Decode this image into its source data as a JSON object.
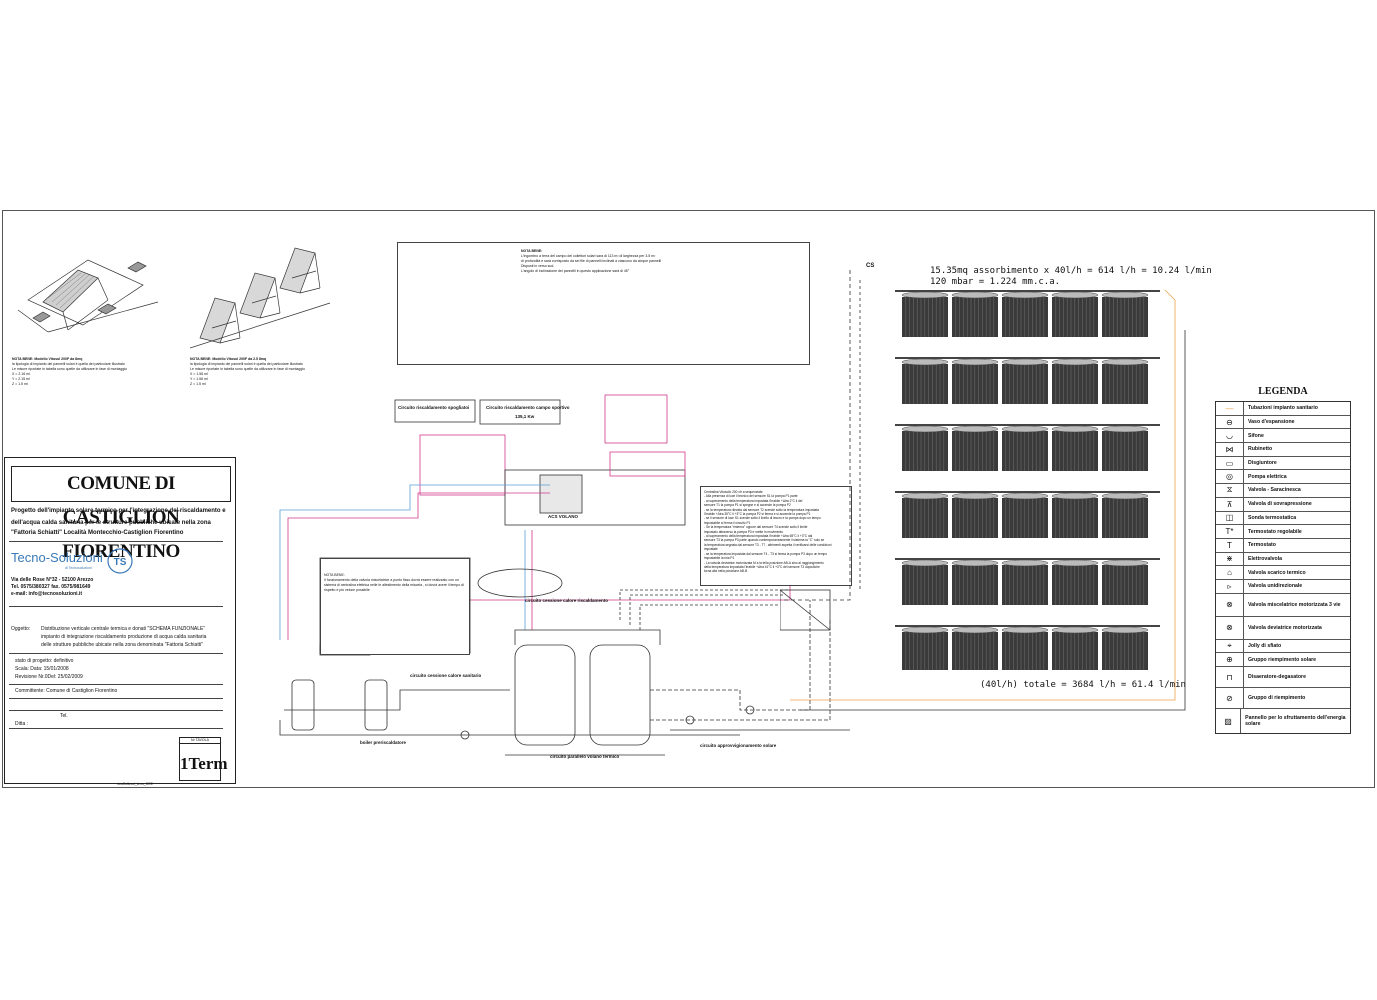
{
  "title_block": {
    "municipality": "COMUNE DI CASTIGLION FIORENTINO",
    "project_line_1": "Progetto dell'impianto solare termico per l'integrazione del riscaldamento e",
    "project_line_2": "dell'acqua calda sanitaria per le strutture pubbliche ubicate nella zona",
    "project_line_3": "\"Fattoria Schiatti\" Località Montecchio-Castiglion Fiorentino",
    "company": "Tecno-Soluzioni",
    "company_sub": "di Tecnosoluzioni",
    "company_address": "Via delle Rose N°32 - 52100 Arezzo",
    "company_phone": "Tel. 0575/380327  fax. 0575/981649",
    "company_email": "e-mail: info@tecnosoluzioni.it",
    "oggetto_label": "Oggetto:",
    "oggetto_1": "Distribuzione verticale centrale termica e donati  \"SCHEMA FUNZIONALE\"",
    "oggetto_2": "impianto di integrazione riscaldamento produzione di acqua calda sanitaria",
    "oggetto_3": "delle strutture pubbliche ubicate nella zona denominata \"Fattoria Schiatti\"",
    "stato": "stato di progetto: definitivo",
    "scala": "Scala:        Data:   15/01/2008",
    "revisione": "Revisione  Nr.0Del:  25/02/2009",
    "committente": "Committente:      Comune di Castiglion Fiorentino",
    "tel": "Tel.",
    "ditta": "Ditta :",
    "tavola_label": "Nr TAVOLA",
    "tavola": "1Term",
    "file": "ricoCollexxi_term_CEE"
  },
  "notes": {
    "note_left_title": "NOTA BENE: Modello Vitosol 200F da 8mq",
    "note_left_body": "la tipologia di impianto dei pannelli solari è quella dei particolare illustrato\nLe misure riportate in tabella sono quelle da utilizzare in fase di montaggio",
    "note_left_dims": "X = 2.16 ml\nY = 2.15 ml\nZ = 1.5 ml",
    "note_mid_title": "NOTA BENE: Modello Vitosol 200F da 2.5 8mq",
    "note_mid_body": "la tipologia di impianto dei pannelli solari è quella dei particolare illustrato\nLe misure riportate in tabella sono quelle da utilizzare in fase di montaggio",
    "note_mid_dims": "X = 1.56 ml\nY = 1.56 ml\nZ = 1.5 ml",
    "top_note_title": "NOTA BENE:",
    "top_note_body": "L'ingombro a terra del campo dei collettori solari sara di 113 m² di larghezza per 3.5 m²\ndi profondità e sarà corrisposto da sei file di pannelli inclinati a ciascuno da cinque pannelli\nDisposti in verso sud.\nL'angolo di inclinazione dei pannelli in questo applicazione sarà di 45°",
    "center_note": "NOTA BENE:\nIl funzionamento della valvola miscelatrice a punto fisso dovrà essere realizzato con un\nsistema di centralina elettrica nelle le allestimento della miscela , si dovrà avere il tempo di\nrispetto e più veloce possibile"
  },
  "diagram_labels": {
    "heating_existing": "Circuito riscaldamento spogliatoi",
    "heating_sports": "Circuito riscaldamento campo sportivo",
    "heating_sports_kw": "135,1 Kw",
    "solar_integration": "circuito cessione calore riscaldamento",
    "solar_sanitary": "circuito cessione calore sanitario",
    "boiler": "boiler preriscaldatore",
    "parallel": "circuito parallelo volano termico",
    "solar_supply": "circuito approvvigionamento solare",
    "cs": "CS",
    "acs": "ACS VOLANO",
    "control_note": "Centralina Vitosolic 200 cfr a sequenziale:\n- Alla presenza di luce il tecnico del sensore S1 la pompa P1 parte\n- ai superamento della temperatura impostata l'irrabile +Δtra 2°C il del\nsensore T1 la pompa P1 si spegne e si accende la pompa P2\n- se la temperatura rilevata dal sensore T2 scende sotto la temperatura impostata\nl'irrabile +Δtra 35°C il +3°C la pompa P2 si ferma e si accende la pompa P1\n- se il sensore di luce S1 scende sotto il livello di lavoro e la pompa dopo un tempo\nimpostabile si ferma il circuito P1\n- Se la temperatura \"esterna\" oppure dal sensore T4 scende sotto il limite\nimpostato attraverso la pompa P3 e mette in movimento\n- al superamento della temperatura impostata l'irrabile +Δtra 65°C il +3°C dal\nsensore T3 la pompa P3 parte quando contemporaneamente il sistema la \"C\" solo se\nla temperatura segnata dal sensore T3 - T7 , altrimenti aspetta il verificarsi delle condizioni\nimpostate\n- se la temperatura impostata dal sensore T4 - T3 si ferma la pompa P3 dopo un tempo\nimpostabile la mia P1\n- La valvola deviatrice motorizzata M a la tella posizione AB-A sino al raggiungimento\ndella temperatura impostata l'irrabile +Δtra 41°C il +3°C del sensore T3 dopodiche\ntorna alla nella posizione AB-B"
  },
  "solar_field": {
    "header_1": "15.35mq assorbimento x 40l/h = 614 l/h = 10.24 l/min",
    "header_2": "120 mbar = 1.224 mm.c.a.",
    "total": "(40l/h) totale = 3684 l/h = 61.4 l/min",
    "rows": 6,
    "cols": 5
  },
  "legend": {
    "title": "LEGENDA",
    "items": [
      "Tubazioni impianto sanitario",
      "Vaso d'espansione",
      "Sifone",
      "Rubinetto",
      "Disgiuntore",
      "Pompa elettrica",
      "Valvola - Saracinesca",
      "Valvola di sovrapressione",
      "Sonda termostatica",
      "Termostato regolabile",
      "Termostato",
      "Elettrovalvola",
      "Valvola scarico termico",
      "Valvola unidirezionale",
      "Valvola miscelatrice motorizzata 3 vie",
      "Valvola deviatrice motorizzata",
      "Jolly di sfiato",
      "Gruppo riempimento solare",
      "Disaeratore-degasatore",
      "Gruppo di riempimento",
      "Pannello per lo sfruttamento dell'energia solare"
    ],
    "symbols": [
      "―",
      "⊖",
      "◡",
      "⋈",
      "▭",
      "◎",
      "⧖",
      "⊼",
      "◫",
      "T*",
      "T",
      "⋇",
      "⌂",
      "▹",
      "⊗",
      "⊗",
      "⌖",
      "⊕",
      "⊓",
      "⊘",
      "▨"
    ]
  },
  "colors": {
    "sanitary_pipe": "#f0a04a",
    "heating_pipe": "#d43a8c",
    "cold_pipe": "#5aa0d8",
    "panel_dark": "#3a3a3a"
  }
}
